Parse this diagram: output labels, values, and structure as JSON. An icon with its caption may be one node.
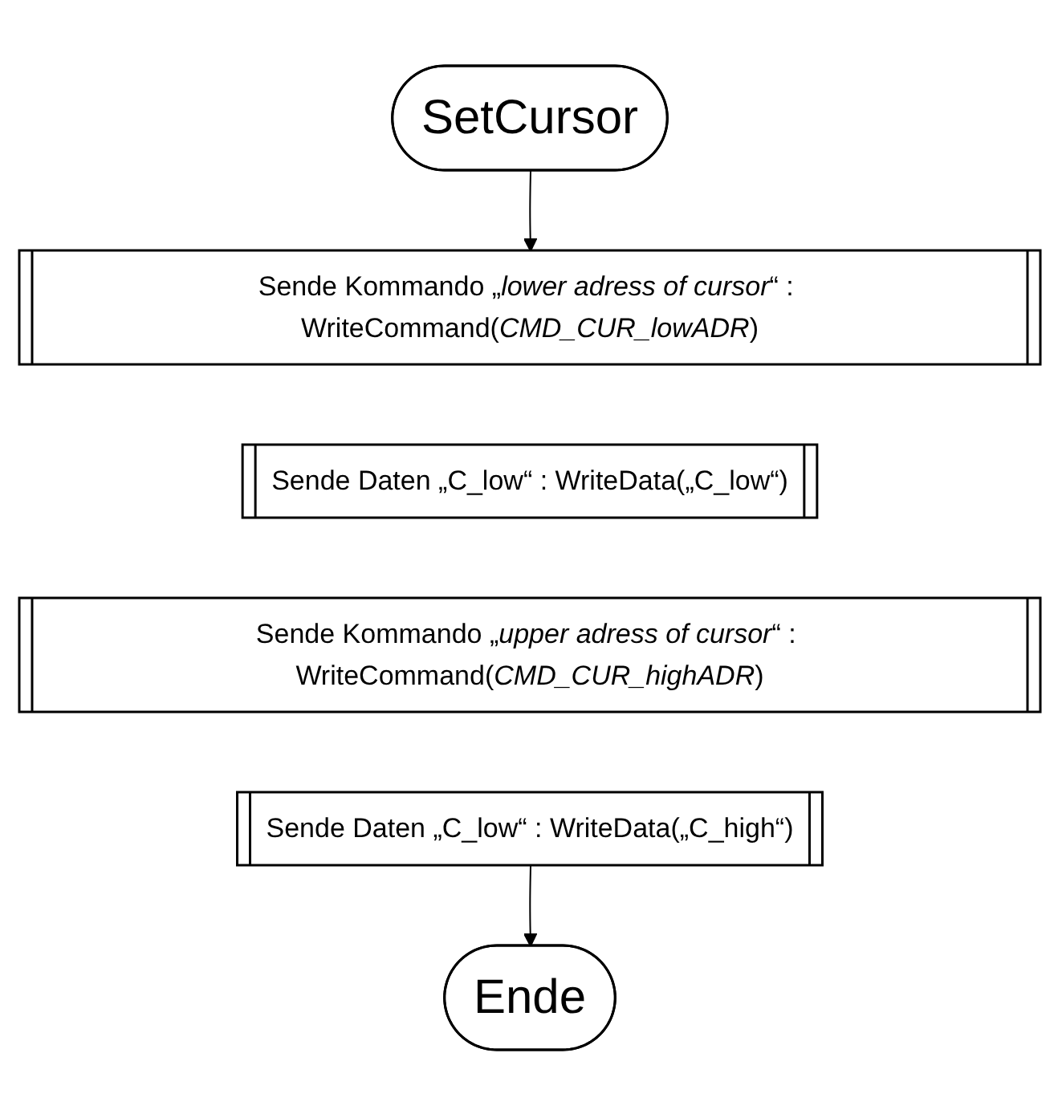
{
  "diagram": {
    "nodes": [
      {
        "text": [
          "SetCursor"
        ]
      },
      {
        "text": [
          "Sende Kommando „*lower adress of cursor*“ : WriteCommand(*CMD_CUR_lowADR*)"
        ]
      },
      {
        "text": [
          "Sende Daten „C_low“ : WriteData(„C_low“)"
        ]
      },
      {
        "text": [
          "Sende Kommando „*upper adress of cursor*“ : WriteCommand(*CMD_CUR_highADR*)"
        ]
      },
      {
        "text": [
          "Sende Daten „C_low“ : WriteData(„C_high“)"
        ]
      },
      {
        "text": [
          "Ende"
        ]
      }
    ],
    "edges": [
      {
        "from": 0,
        "to": 1,
        "arrow": "to"
      },
      {
        "from": 4,
        "to": 5,
        "arrow": "to"
      }
    ]
  }
}
